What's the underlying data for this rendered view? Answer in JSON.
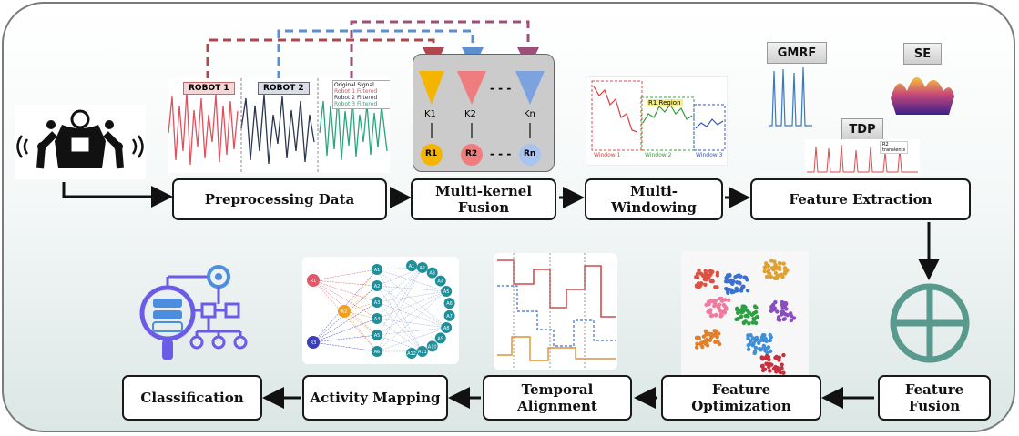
{
  "steps": {
    "preprocessing": "Preprocessing Data",
    "multi_kernel": "Multi-kernel\nFusion",
    "multi_windowing": "Multi-\nWindowing",
    "feature_extraction": "Feature Extraction",
    "feature_fusion": "Feature\nFusion",
    "feature_optimization": "Feature\nOptimization",
    "temporal_alignment": "Temporal\nAlignment",
    "activity_mapping": "Activity Mapping",
    "classification": "Classification"
  },
  "signals": {
    "robot1": "ROBOT 1",
    "robot2": "ROBOT 2",
    "legend": [
      "Original Signal",
      "Robot 1 Filtered",
      "Robot 2 Filtered",
      "Robot 3 Filtered"
    ]
  },
  "kernels": {
    "k1": "K1",
    "k2": "K2",
    "kn": "Kn",
    "r1": "R1",
    "r2": "R2",
    "rn": "Rn",
    "dash": "- - -"
  },
  "windowing": {
    "region": "R1 Region",
    "w1": "Window 1",
    "w2": "Window 2",
    "w3": "Window 3"
  },
  "features": {
    "gmrf": "GMRF",
    "se": "SE",
    "tdp": "TDP",
    "tdp_legend": [
      "R2",
      "transients"
    ]
  },
  "network": {
    "inputs": [
      "R1",
      "R2",
      "R3"
    ],
    "hidden": [
      "A1",
      "A2",
      "A3",
      "A4",
      "A5",
      "A6"
    ],
    "outputs": [
      "A1",
      "A2",
      "A3",
      "A4",
      "A5",
      "A6",
      "A7",
      "A8",
      "A9",
      "A10",
      "A11",
      "A12"
    ]
  },
  "colors": {
    "red_dash": "#b0474f",
    "blue_dash": "#5b8fcf",
    "purple_dash": "#9c4f78",
    "teal": "#5a9a8e",
    "icon_purple": "#6b5ce7"
  }
}
